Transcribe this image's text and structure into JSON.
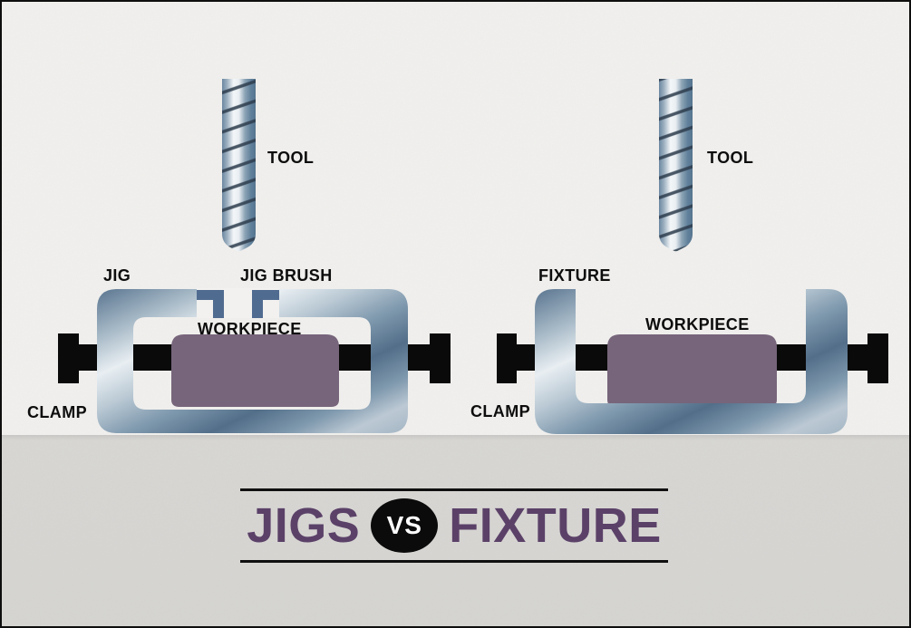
{
  "left_diagram": {
    "tool_label": "TOOL",
    "jig_label": "JIG",
    "jig_brush_label": "JIG BRUSH",
    "workpiece_label": "WORKPIECE",
    "clamp_label": "CLAMP"
  },
  "right_diagram": {
    "tool_label": "TOOL",
    "fixture_label": "FIXTURE",
    "workpiece_label": "WORKPIECE",
    "clamp_label": "CLAMP"
  },
  "footer": {
    "left_word": "JIGS",
    "vs_label": "VS",
    "right_word": "FIXTURE"
  },
  "colors": {
    "title_purple": "#5b4168",
    "workpiece": "#77657b",
    "steel_dark": "#4e6a85",
    "steel_light": "#eef2f5",
    "bracket_blue": "#506b90",
    "clamp_black": "#0a0a0a",
    "canvas_top": "#f2f1ef",
    "canvas_bottom": "#d6d5d2",
    "rule_black": "#101010"
  }
}
